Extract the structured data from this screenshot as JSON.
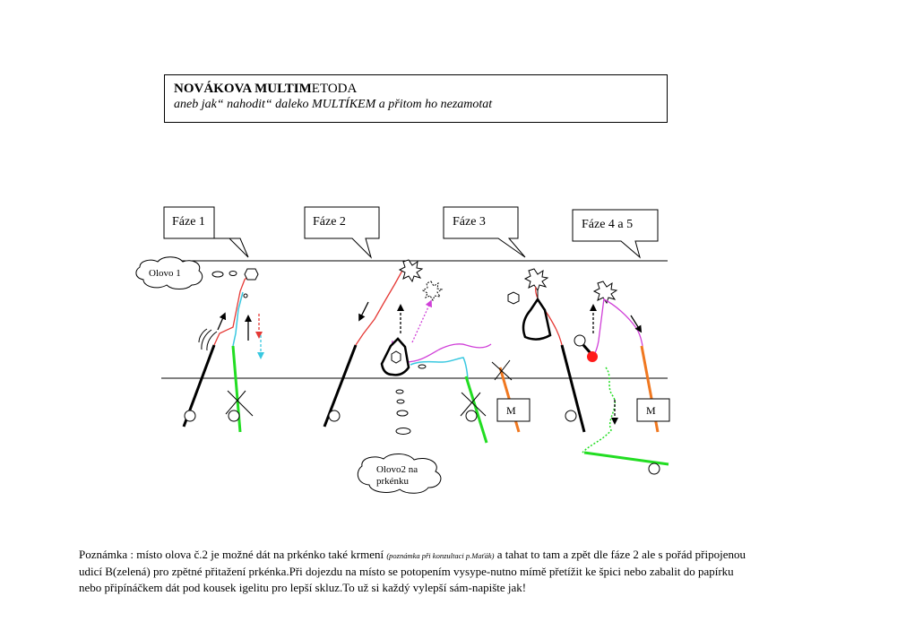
{
  "title": {
    "bold": "NOVÁKOVA  MULTIM",
    "light": "ETODA",
    "subtitle": "aneb jak“ nahodit“  daleko MULTÍKEM a  přitom ho nezamotat"
  },
  "phases": [
    "Fáze 1",
    "Fáze 2",
    "Fáze 3",
    "Fáze 4 a 5"
  ],
  "clouds": {
    "olovo1": "Olovo 1",
    "olovo2_line1": "Olovo2 na",
    "olovo2_line2": "prkénku"
  },
  "markers": [
    "M",
    "M"
  ],
  "note": {
    "line1_a": "Poznámka : místo olova č.2 je možné dát na prkénko také krmení ",
    "line1_small": "(poznámka při konzultaci p.Maťák)",
    "line1_b": " a  tahat to tam a zpět dle fáze 2 ale s pořád připojenou",
    "line2": "udicí B(zelená) pro zpětné přitažení prkénka.Při dojezdu na místo se potopením vysype-nutno mímě přetížit ke špici  nebo zabalit do papírku",
    "line3": "nebo připínáčkem dát pod kousek igelitu pro lepší skluz.To už si každý vylepší sám-napište jak!"
  },
  "colors": {
    "red": "#e53935",
    "cyan": "#39c8e0",
    "green": "#22dd22",
    "orange": "#f07820",
    "magenta": "#d040d8",
    "black": "#000000"
  }
}
